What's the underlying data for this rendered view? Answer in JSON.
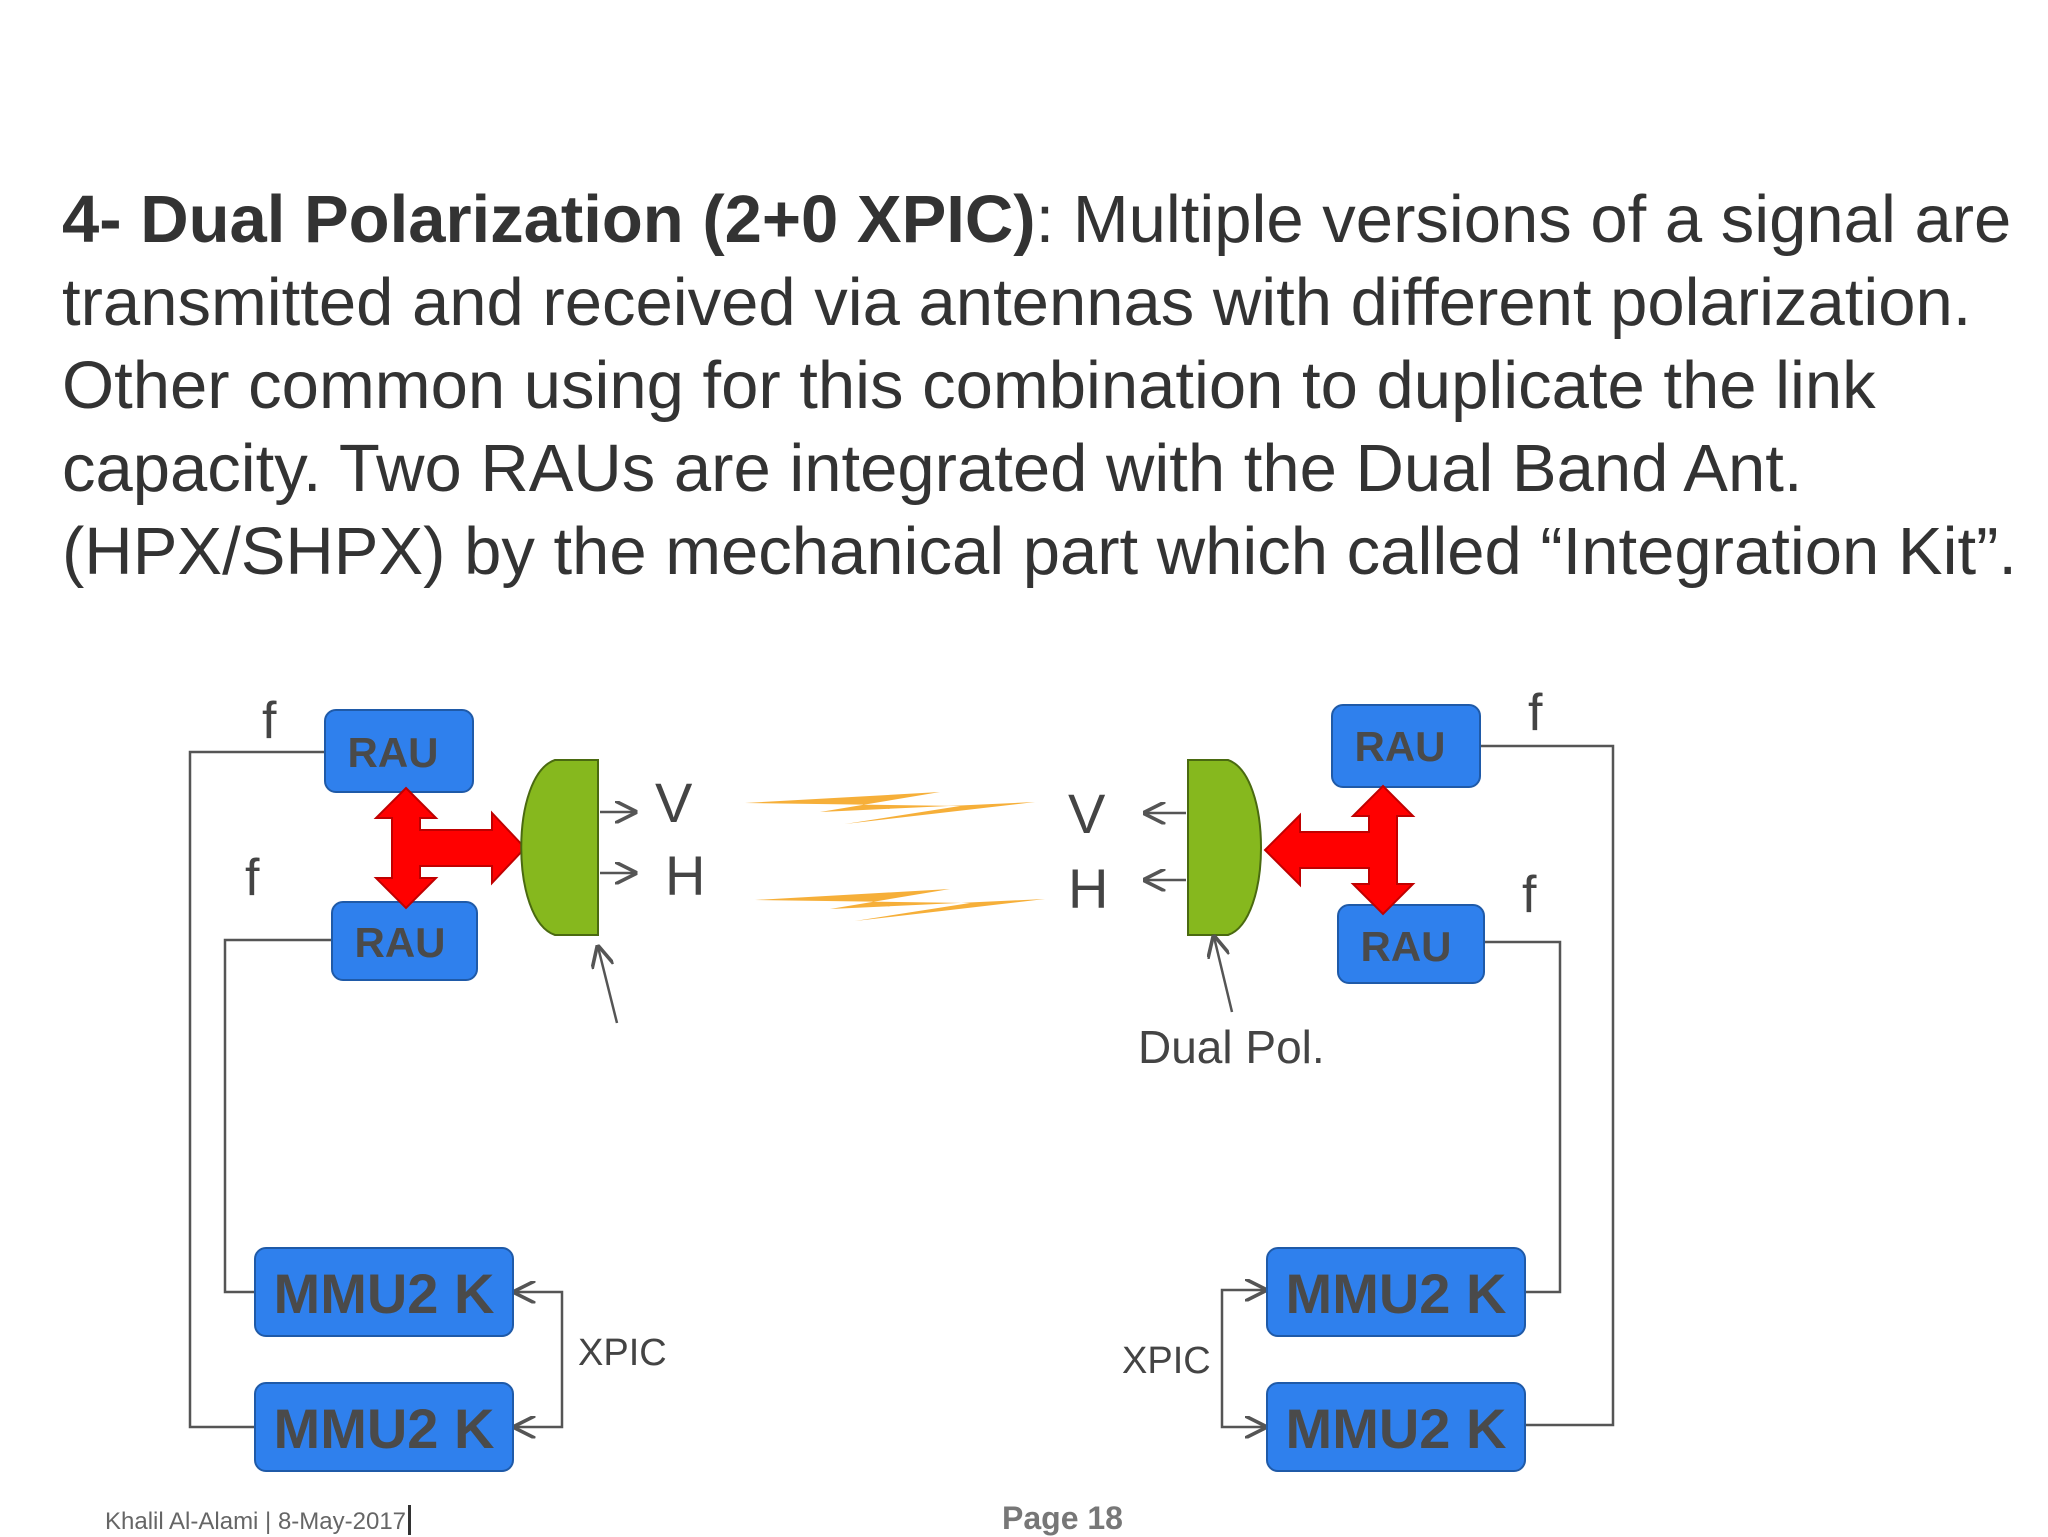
{
  "heading": {
    "bold": "4- Dual Polarization (2+0 XPIC)",
    "rest": ": Multiple versions of a signal are transmitted and received via antennas with different polarization. Other common using for this combination to duplicate the link capacity. Two RAUs are integrated with the Dual Band Ant. (HPX/SHPX) by the mechanical part which called “Integration Kit”."
  },
  "diagram": {
    "left": {
      "rau_top": "RAU",
      "rau_bottom": "RAU",
      "freq_top": "f",
      "freq_bottom": "f",
      "pol_v": "V",
      "pol_h": "H",
      "mmu_top": "MMU2 K",
      "mmu_bottom": "MMU2 K",
      "xpic": "XPIC"
    },
    "right": {
      "rau_top": "RAU",
      "rau_bottom": "RAU",
      "freq_top": "f",
      "freq_bottom": "f",
      "pol_v": "V",
      "pol_h": "H",
      "antenna_label": "Dual Pol.",
      "mmu_top": "MMU2 K",
      "mmu_bottom": "MMU2 K",
      "xpic": "XPIC"
    },
    "colors": {
      "unit_box": "#2f80ed",
      "antenna": "#86b81e",
      "integration_arrow": "#ff0000",
      "radio_link": "#f5a623"
    }
  },
  "footer": {
    "author_date": "Khalil Al-Alami |   8-May-2017",
    "page": "Page 18"
  }
}
